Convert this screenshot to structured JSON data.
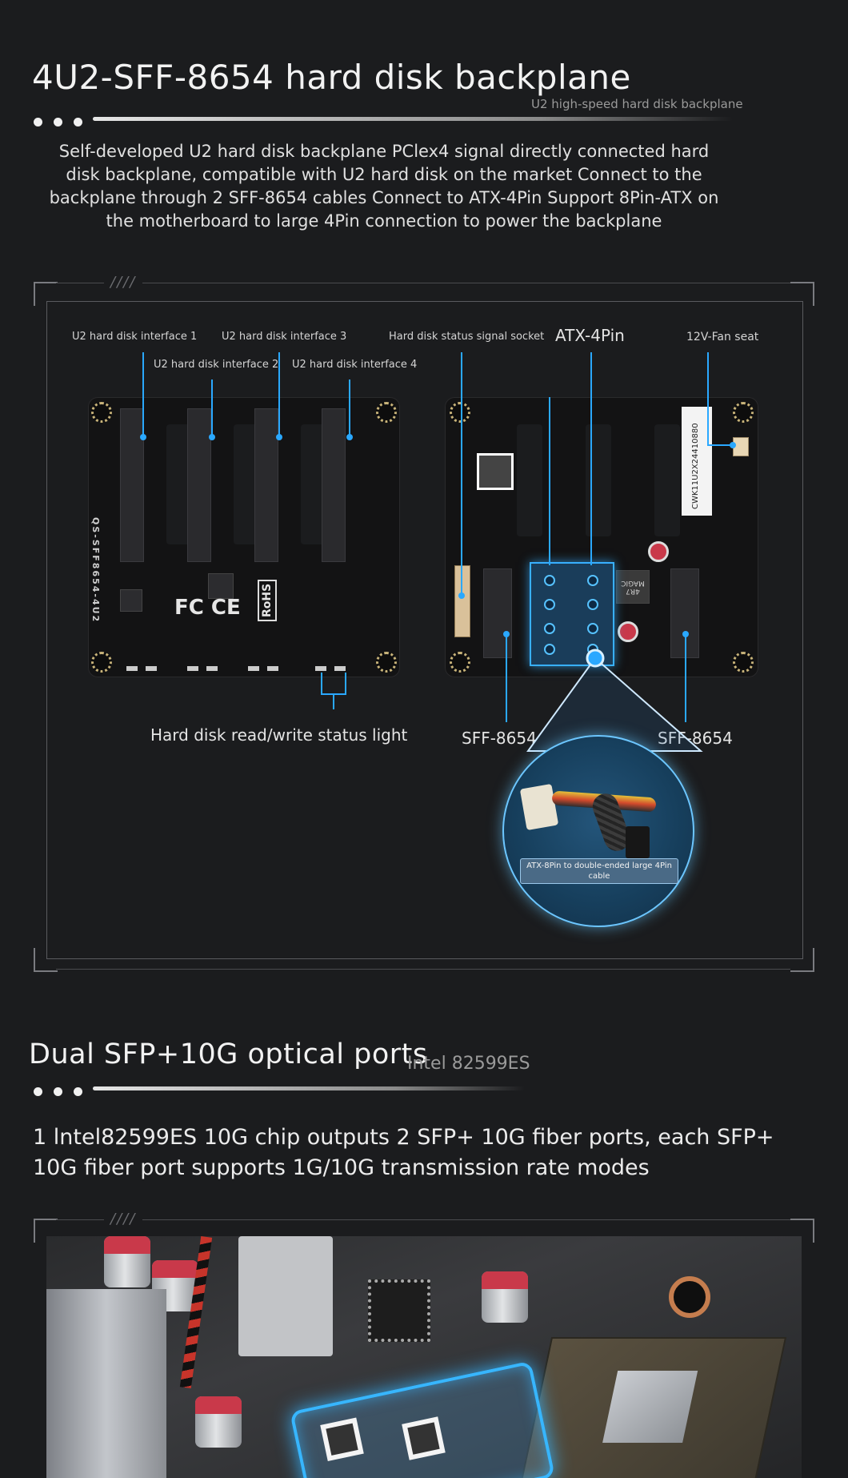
{
  "section1": {
    "title": "4U2-SFF-8654 hard disk backplane",
    "subtitle": "U2 high-speed hard disk backplane",
    "description": "Self-developed U2 hard disk backplane PClex4 signal directly connected hard disk backplane, compatible with U2 hard disk on the market Connect to the backplane through 2 SFF-8654 cables Connect to ATX-4Pin Support 8Pin-ATX on the motherboard to large 4Pin connection to power the backplane",
    "labels": {
      "iface1": "U2 hard disk interface 1",
      "iface2": "U2 hard disk interface 2",
      "iface3": "U2 hard disk interface 3",
      "iface4": "U2 hard disk interface 4",
      "status_socket": "Hard disk status signal socket",
      "atx": "ATX-4Pin",
      "fan": "12V-Fan seat",
      "rw_light": "Hard disk read/write status light",
      "sff_left": "SFF-8654",
      "sff_right": "SFF-8654",
      "cable_caption": "ATX-8Pin to double-ended large 4Pin cable"
    },
    "board_text": {
      "model": "QS-SFF8654-4U2",
      "fc": "FC CE",
      "rohs": "RoHS",
      "serial": "CWK11U2X24410880",
      "inductor": "4R7 MAGIC"
    }
  },
  "section2": {
    "title": "Dual SFP+10G optical ports",
    "subtitle": "Intel 82599ES",
    "description": "1 lntel82599ES 10G chip outputs 2 SFP+ 10G fiber ports, each SFP+ 10G fiber port supports 1G/10G transmission rate modes"
  }
}
